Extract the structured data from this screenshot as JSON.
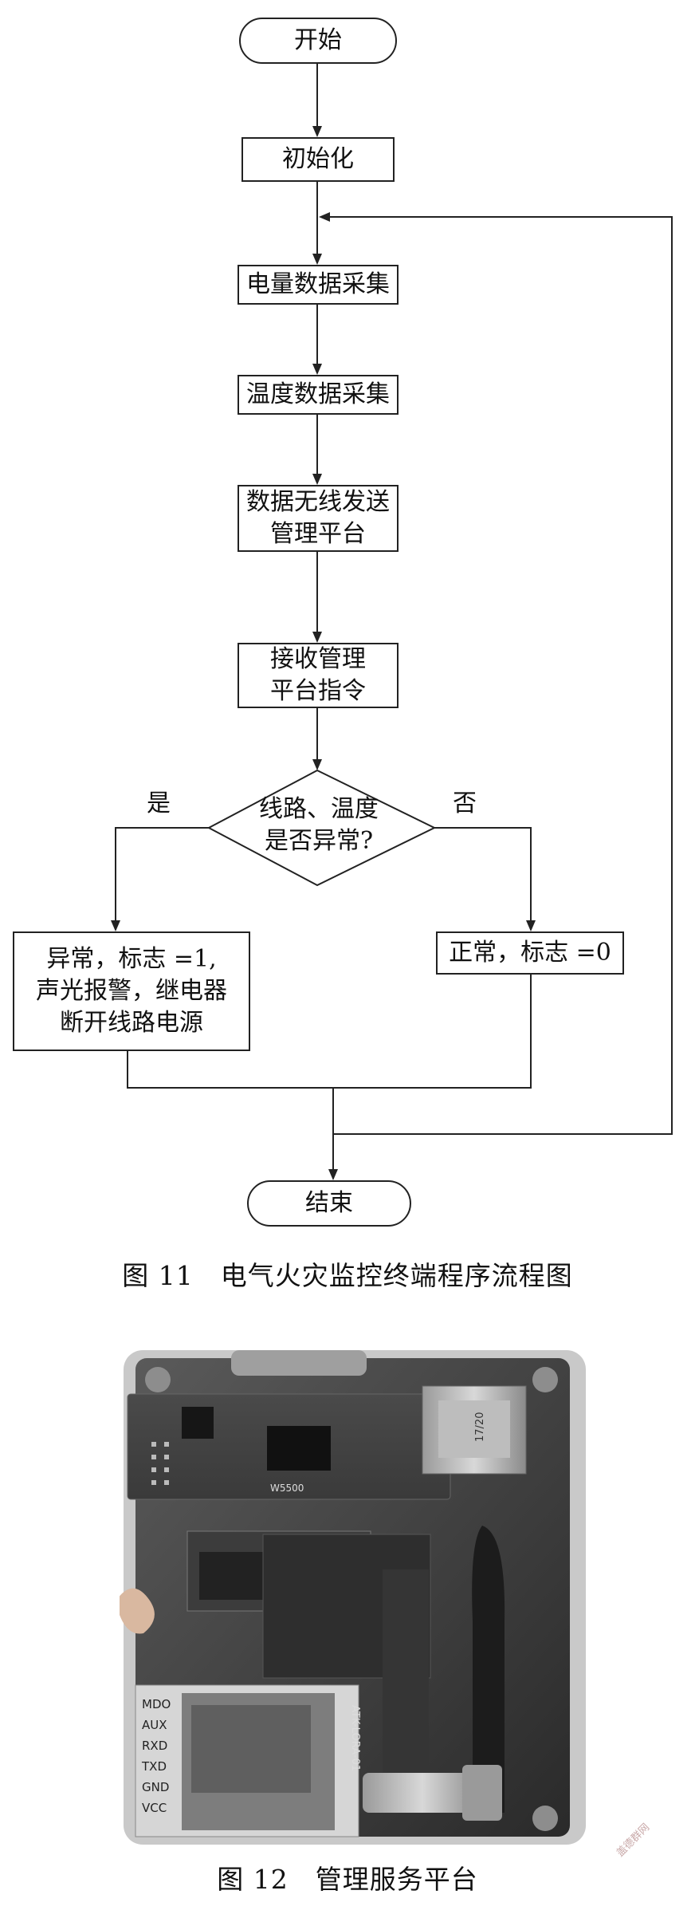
{
  "flowchart": {
    "start": "开始",
    "init": "初始化",
    "power": "电量数据采集",
    "temp": "温度数据采集",
    "send": "数据无线发送\n管理平台",
    "recv": "接收管理\n平台指令",
    "decision": "线路、温度\n是否异常?",
    "yes_label": "是",
    "no_label": "否",
    "abnormal": "异常，标志 =1,\n声光报警，继电器\n断开线路电源",
    "normal": "正常，标志 =0",
    "end": "结束"
  },
  "caption1": "图 11　电气火灾监控终端程序流程图",
  "photo": {
    "module_labels": [
      "MDO",
      "AUX",
      "RXD",
      "TXD",
      "GND",
      "VCC"
    ],
    "chip_label": "W5500",
    "port_label": "17/20",
    "board_text": "ATK-LORA-01"
  },
  "caption2": "图 12　管理服务平台",
  "watermark": "盖德群网"
}
